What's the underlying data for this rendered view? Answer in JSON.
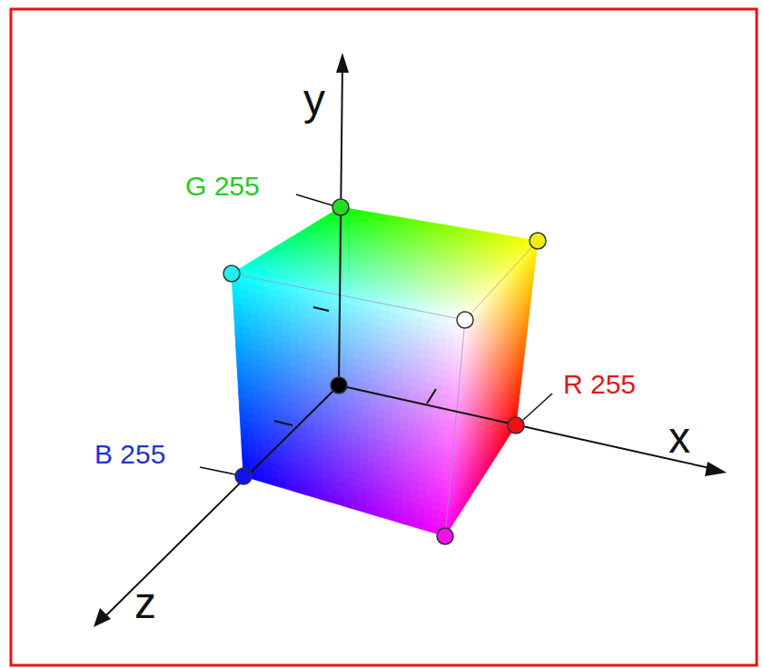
{
  "diagram": {
    "labels": [
      "y",
      "G 255",
      "R 255",
      "x",
      "B 255",
      "z"
    ]
  }
}
